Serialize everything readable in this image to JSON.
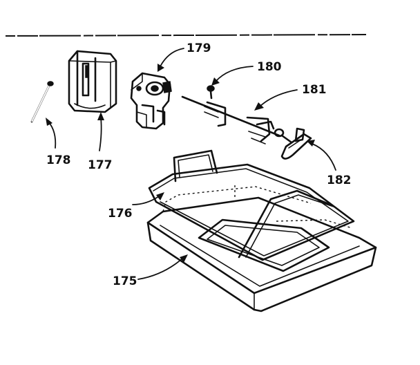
{
  "callouts": {
    "c175": "175",
    "c176": "176",
    "c177": "177",
    "c178": "178",
    "c179": "179",
    "c180": "180",
    "c181": "181",
    "c182": "182"
  }
}
